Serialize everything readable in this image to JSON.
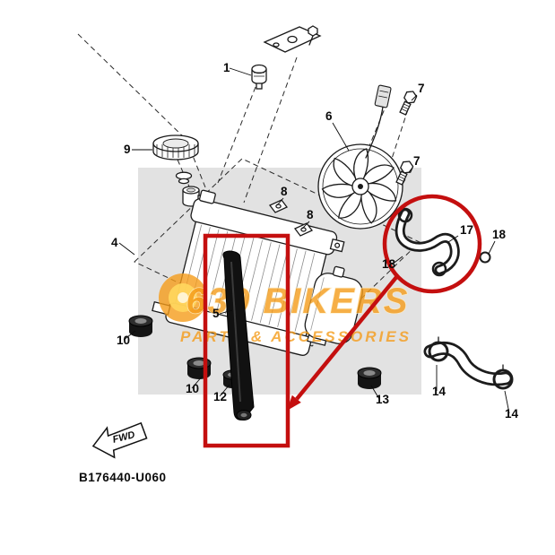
{
  "watermark": {
    "line1": "639 BIKERS",
    "line2": "PARTS & ACCESSORIES"
  },
  "parts": {
    "p1": "1",
    "p4": "4",
    "p5": "5",
    "p6": "6",
    "p7": "7",
    "p8": "8",
    "p9": "9",
    "p10": "10",
    "p12": "12",
    "p13": "13",
    "p14": "14",
    "p17": "17",
    "p18": "18"
  },
  "footer": {
    "code": "B176440-U060"
  },
  "fwd_label": "FWD",
  "colors": {
    "highlight_red": "#c40f0f",
    "watermark_orange": "#f59c1a",
    "watermark_light": "#ffd75e",
    "panel_gray": "#bfbfbf",
    "line_dark": "#1a1a1a"
  }
}
